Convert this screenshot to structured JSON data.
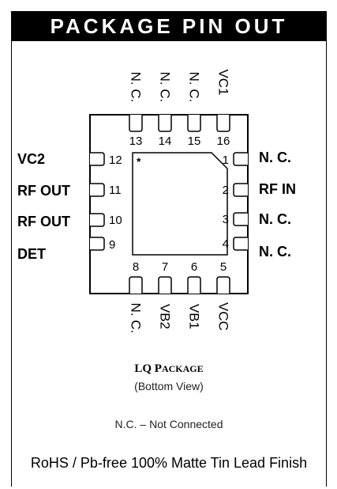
{
  "header": {
    "title": "PACKAGE PIN OUT"
  },
  "pins": {
    "top": [
      {
        "number": "13",
        "name": "N. C."
      },
      {
        "number": "14",
        "name": "N. C."
      },
      {
        "number": "15",
        "name": "N. C."
      },
      {
        "number": "16",
        "name": "VC1"
      }
    ],
    "bottom": [
      {
        "number": "8",
        "name": "N. C."
      },
      {
        "number": "7",
        "name": "VB2"
      },
      {
        "number": "6",
        "name": "VB1"
      },
      {
        "number": "5",
        "name": "VCC"
      }
    ],
    "left": [
      {
        "number": "12",
        "name": "VC2"
      },
      {
        "number": "11",
        "name": "RF OUT"
      },
      {
        "number": "10",
        "name": "RF OUT"
      },
      {
        "number": "9",
        "name": "DET"
      }
    ],
    "right": [
      {
        "number": "1",
        "name": "N. C."
      },
      {
        "number": "2",
        "name": "RF IN"
      },
      {
        "number": "3",
        "name": "N. C."
      },
      {
        "number": "4",
        "name": "N. C."
      }
    ]
  },
  "pin1_marker": "*",
  "package": {
    "title_first": "LQ P",
    "title_rest": "ACKAGE",
    "subtitle": "(Bottom View)"
  },
  "nc_note": "N.C. – Not Connected",
  "rohs_note": "RoHS / Pb-free 100% Matte Tin Lead Finish"
}
